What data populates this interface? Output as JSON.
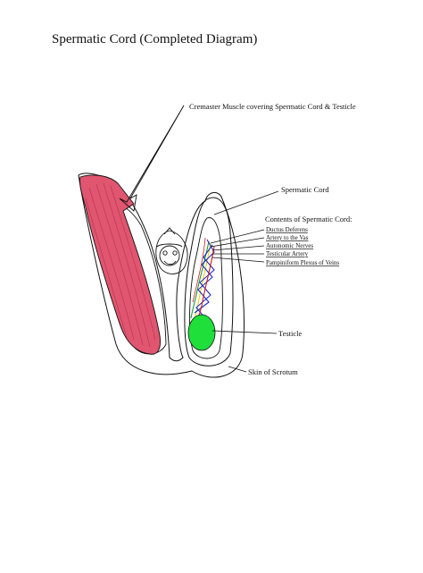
{
  "title": "Spermatic Cord (Completed Diagram)",
  "colors": {
    "muscle": "#e0556f",
    "muscle_stripe": "#b8324f",
    "testicle": "#1fe03a",
    "vein": "#1a2ec8",
    "artery": "#d01818",
    "nerve": "#e8d21a",
    "vas": "#1a9a3a"
  },
  "labels": {
    "cremaster": "Cremaster Muscle covering Spermatic Cord & Testicle",
    "spermatic_cord": "Spermatic Cord",
    "contents_heading": "Contents of Spermatic Cord:",
    "ductus_deferens": "Ductus Deferens",
    "artery_to_vas": "Artery to the Vas",
    "autonomic_nerves": "Autonomic Nerves",
    "testicular_artery": "Testicular Artery",
    "pampiniform": "Pampiniform Plexus of Veins",
    "testicle": "Testicle",
    "skin_of_scrotum": "Skin of Scrotum"
  }
}
